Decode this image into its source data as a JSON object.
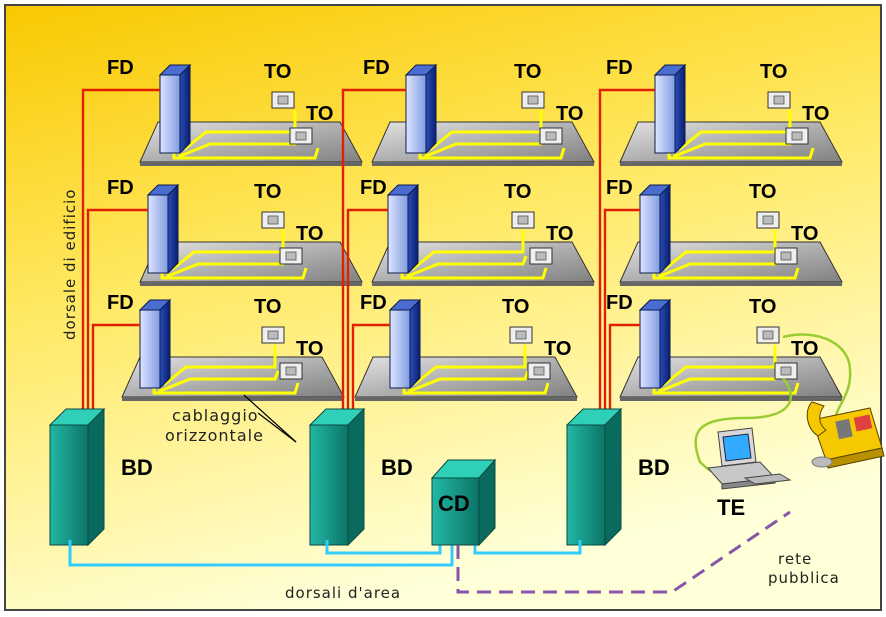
{
  "labels": {
    "fd": "FD",
    "to": "TO",
    "bd": "BD",
    "cd": "CD",
    "te": "TE",
    "building_backbone": "dorsale di edificio",
    "horizontal_cabling_line1": "cablaggio",
    "horizontal_cabling_line2": "orizzontale",
    "campus_backbone": "dorsali d'area",
    "public_network_line1": "rete",
    "public_network_line2": "pubblica"
  },
  "colors": {
    "background_top": "#fbd000",
    "background_bottom": "#ffffcc",
    "backbone_cable": "#e02000",
    "horizontal_cable": "#ffff00",
    "campus_cable": "#33ccff",
    "public_network_cable": "#8855aa",
    "terminal_cable": "#99cc33",
    "bd_cabinet": "#1a9a88",
    "fd_cabinet": "#1a3e9a",
    "floor": "#a8a8a8"
  }
}
